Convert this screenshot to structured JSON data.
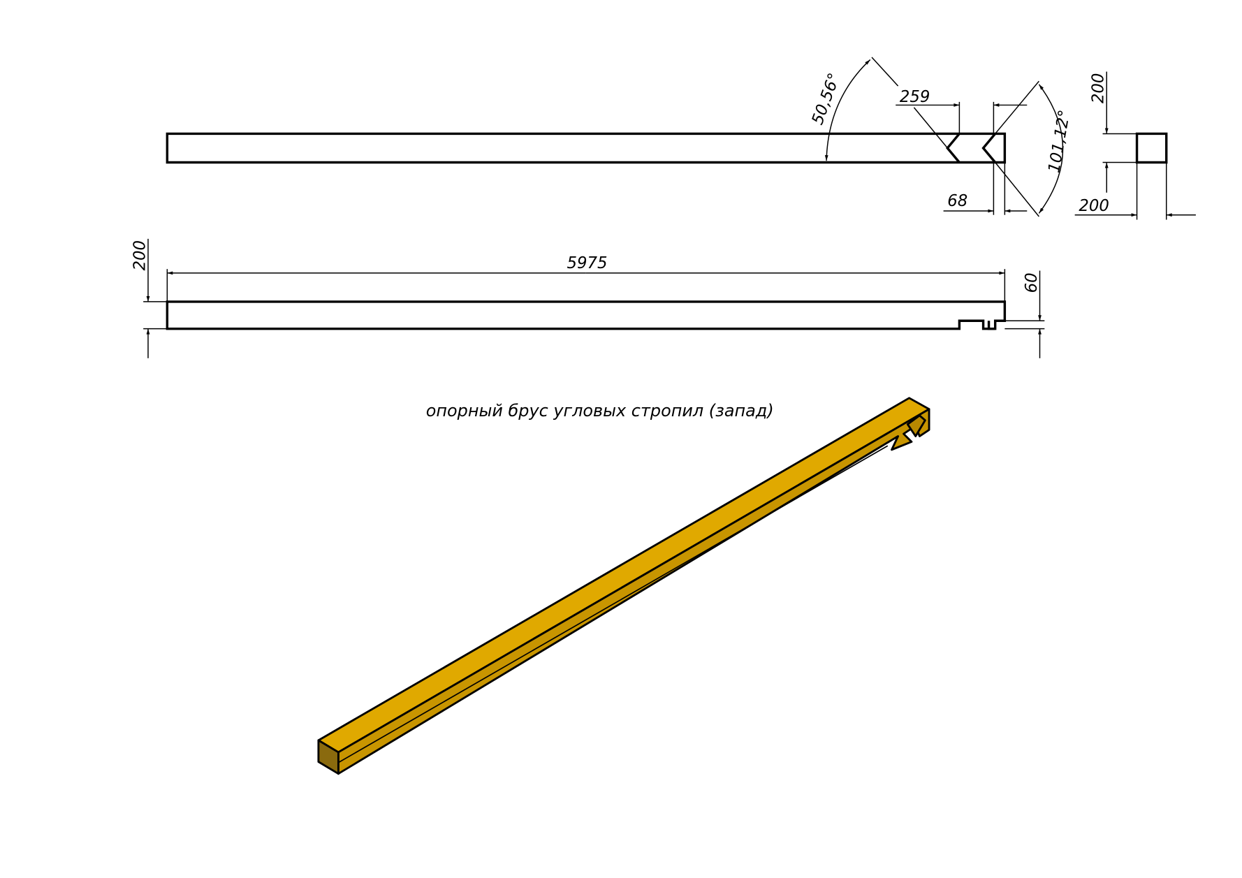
{
  "caption": "опорный брус угловых стропил (запад)",
  "dimensions": {
    "angle_cut": "50,56°",
    "notch_width": "259",
    "end_offset": "68",
    "angle_end": "101,12°",
    "section_height": "200",
    "section_width": "200",
    "length": "5975",
    "side_height": "200",
    "notch_depth": "60"
  },
  "colors": {
    "top_face": "#E0A900",
    "side_face": "#C89500",
    "end_face": "#8A6A0E",
    "line": "#000000"
  }
}
